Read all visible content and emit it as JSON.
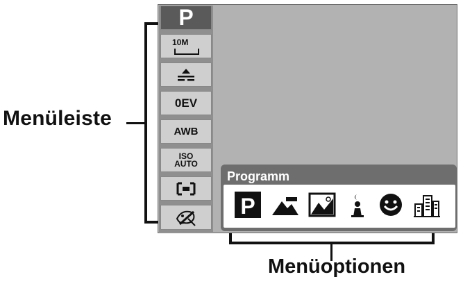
{
  "annotations": {
    "left_label": "Menüleiste",
    "bottom_label": "Menüoptionen"
  },
  "menu_bar": {
    "items": [
      {
        "label": "P",
        "icon": "program-mode-icon",
        "selected": true
      },
      {
        "label": "10M",
        "icon": "resolution-icon"
      },
      {
        "label": "",
        "icon": "quality-icon"
      },
      {
        "label": "0EV",
        "icon": "exposure-icon"
      },
      {
        "label": "AWB",
        "icon": "white-balance-icon"
      },
      {
        "label": "ISO\nAUTO",
        "icon": "iso-icon"
      },
      {
        "label": "",
        "icon": "metering-icon"
      },
      {
        "label": "",
        "icon": "color-effect-icon"
      }
    ]
  },
  "options_panel": {
    "title": "Programm",
    "options": [
      {
        "icon": "program-icon",
        "selected": true
      },
      {
        "icon": "landscape-icon"
      },
      {
        "icon": "backlight-icon"
      },
      {
        "icon": "night-portrait-icon"
      },
      {
        "icon": "smile-icon"
      },
      {
        "icon": "buildings-icon"
      }
    ]
  },
  "colors": {
    "screen_bg": "#b2b2b2",
    "menu_bg": "#cfcfcf",
    "selected_bg": "#5a5a5a",
    "panel_bg": "#6e6e6e"
  }
}
